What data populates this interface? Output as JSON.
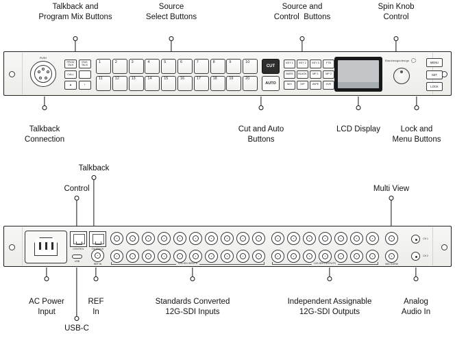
{
  "device": {
    "brand": "Blackmagicdesign"
  },
  "callouts": {
    "front_top": {
      "talkback_program_mix": "Talkback and\nProgram Mix Buttons",
      "source_select": "Source\nSelect Buttons",
      "source_control": "Source and\nControl  Buttons",
      "spin_knob": "Spin Knob\nControl"
    },
    "front_bottom": {
      "talkback_connection": "Talkback\nConnection",
      "cut_auto": "Cut and Auto\nButtons",
      "lcd_display": "LCD Display",
      "lock_menu": "Lock and\nMenu Buttons"
    },
    "rear_top": {
      "talkback": "Talkback",
      "control": "Control",
      "multi_view": "Multi View"
    },
    "rear_bottom": {
      "ac_power": "AC Power\nInput",
      "usb_c": "USB-C",
      "ref_in": "REF\nIn",
      "sdi_inputs": "Standards Converted\n12G-SDI Inputs",
      "sdi_outputs": "Independent Assignable\n12G-SDI Outputs",
      "analog_audio": "Analog\nAudio In"
    }
  },
  "front_panel": {
    "push_label": "PUSH",
    "talk_buttons": [
      "PROD\nTALK",
      "ENG\nTALK",
      "CALL",
      "",
      "▲",
      "*"
    ],
    "source_buttons": [
      "1",
      "2",
      "3",
      "4",
      "5",
      "6",
      "7",
      "8",
      "9",
      "10",
      "11",
      "12",
      "13",
      "14",
      "15",
      "16",
      "17",
      "18",
      "19",
      "20"
    ],
    "cut_label": "CUT",
    "auto_label": "AUTO",
    "function_buttons": [
      "KEY 1",
      "KEY 2",
      "KEY 3",
      "FTB",
      "BARS",
      "BLACK",
      "MP 1",
      "MP 2",
      "MIX",
      "DIP",
      "WIPE",
      "DVE"
    ],
    "menu_label": "MENU",
    "set_label": "SET",
    "lock_label": "LOCK"
  },
  "rear_panel": {
    "control_label": "CONTROL",
    "talkback_label": "TALKBACK",
    "usb_label": "USB",
    "ref_label": "REF IN",
    "inputs_label": "12G-SDI INPUTS",
    "outputs_label": "12G-SDI OUTPUTS",
    "multiview_label": "MULTIVIEW",
    "audio_ch1": "CH 1",
    "audio_ch2": "CH 2",
    "sdi_input_columns": 10,
    "sdi_output_columns": 7,
    "multiview_columns": 1
  },
  "colors": {
    "line": "#1a1a1a",
    "panel_fill": "#f4f4f2",
    "dark_button": "#2d2d2d"
  }
}
